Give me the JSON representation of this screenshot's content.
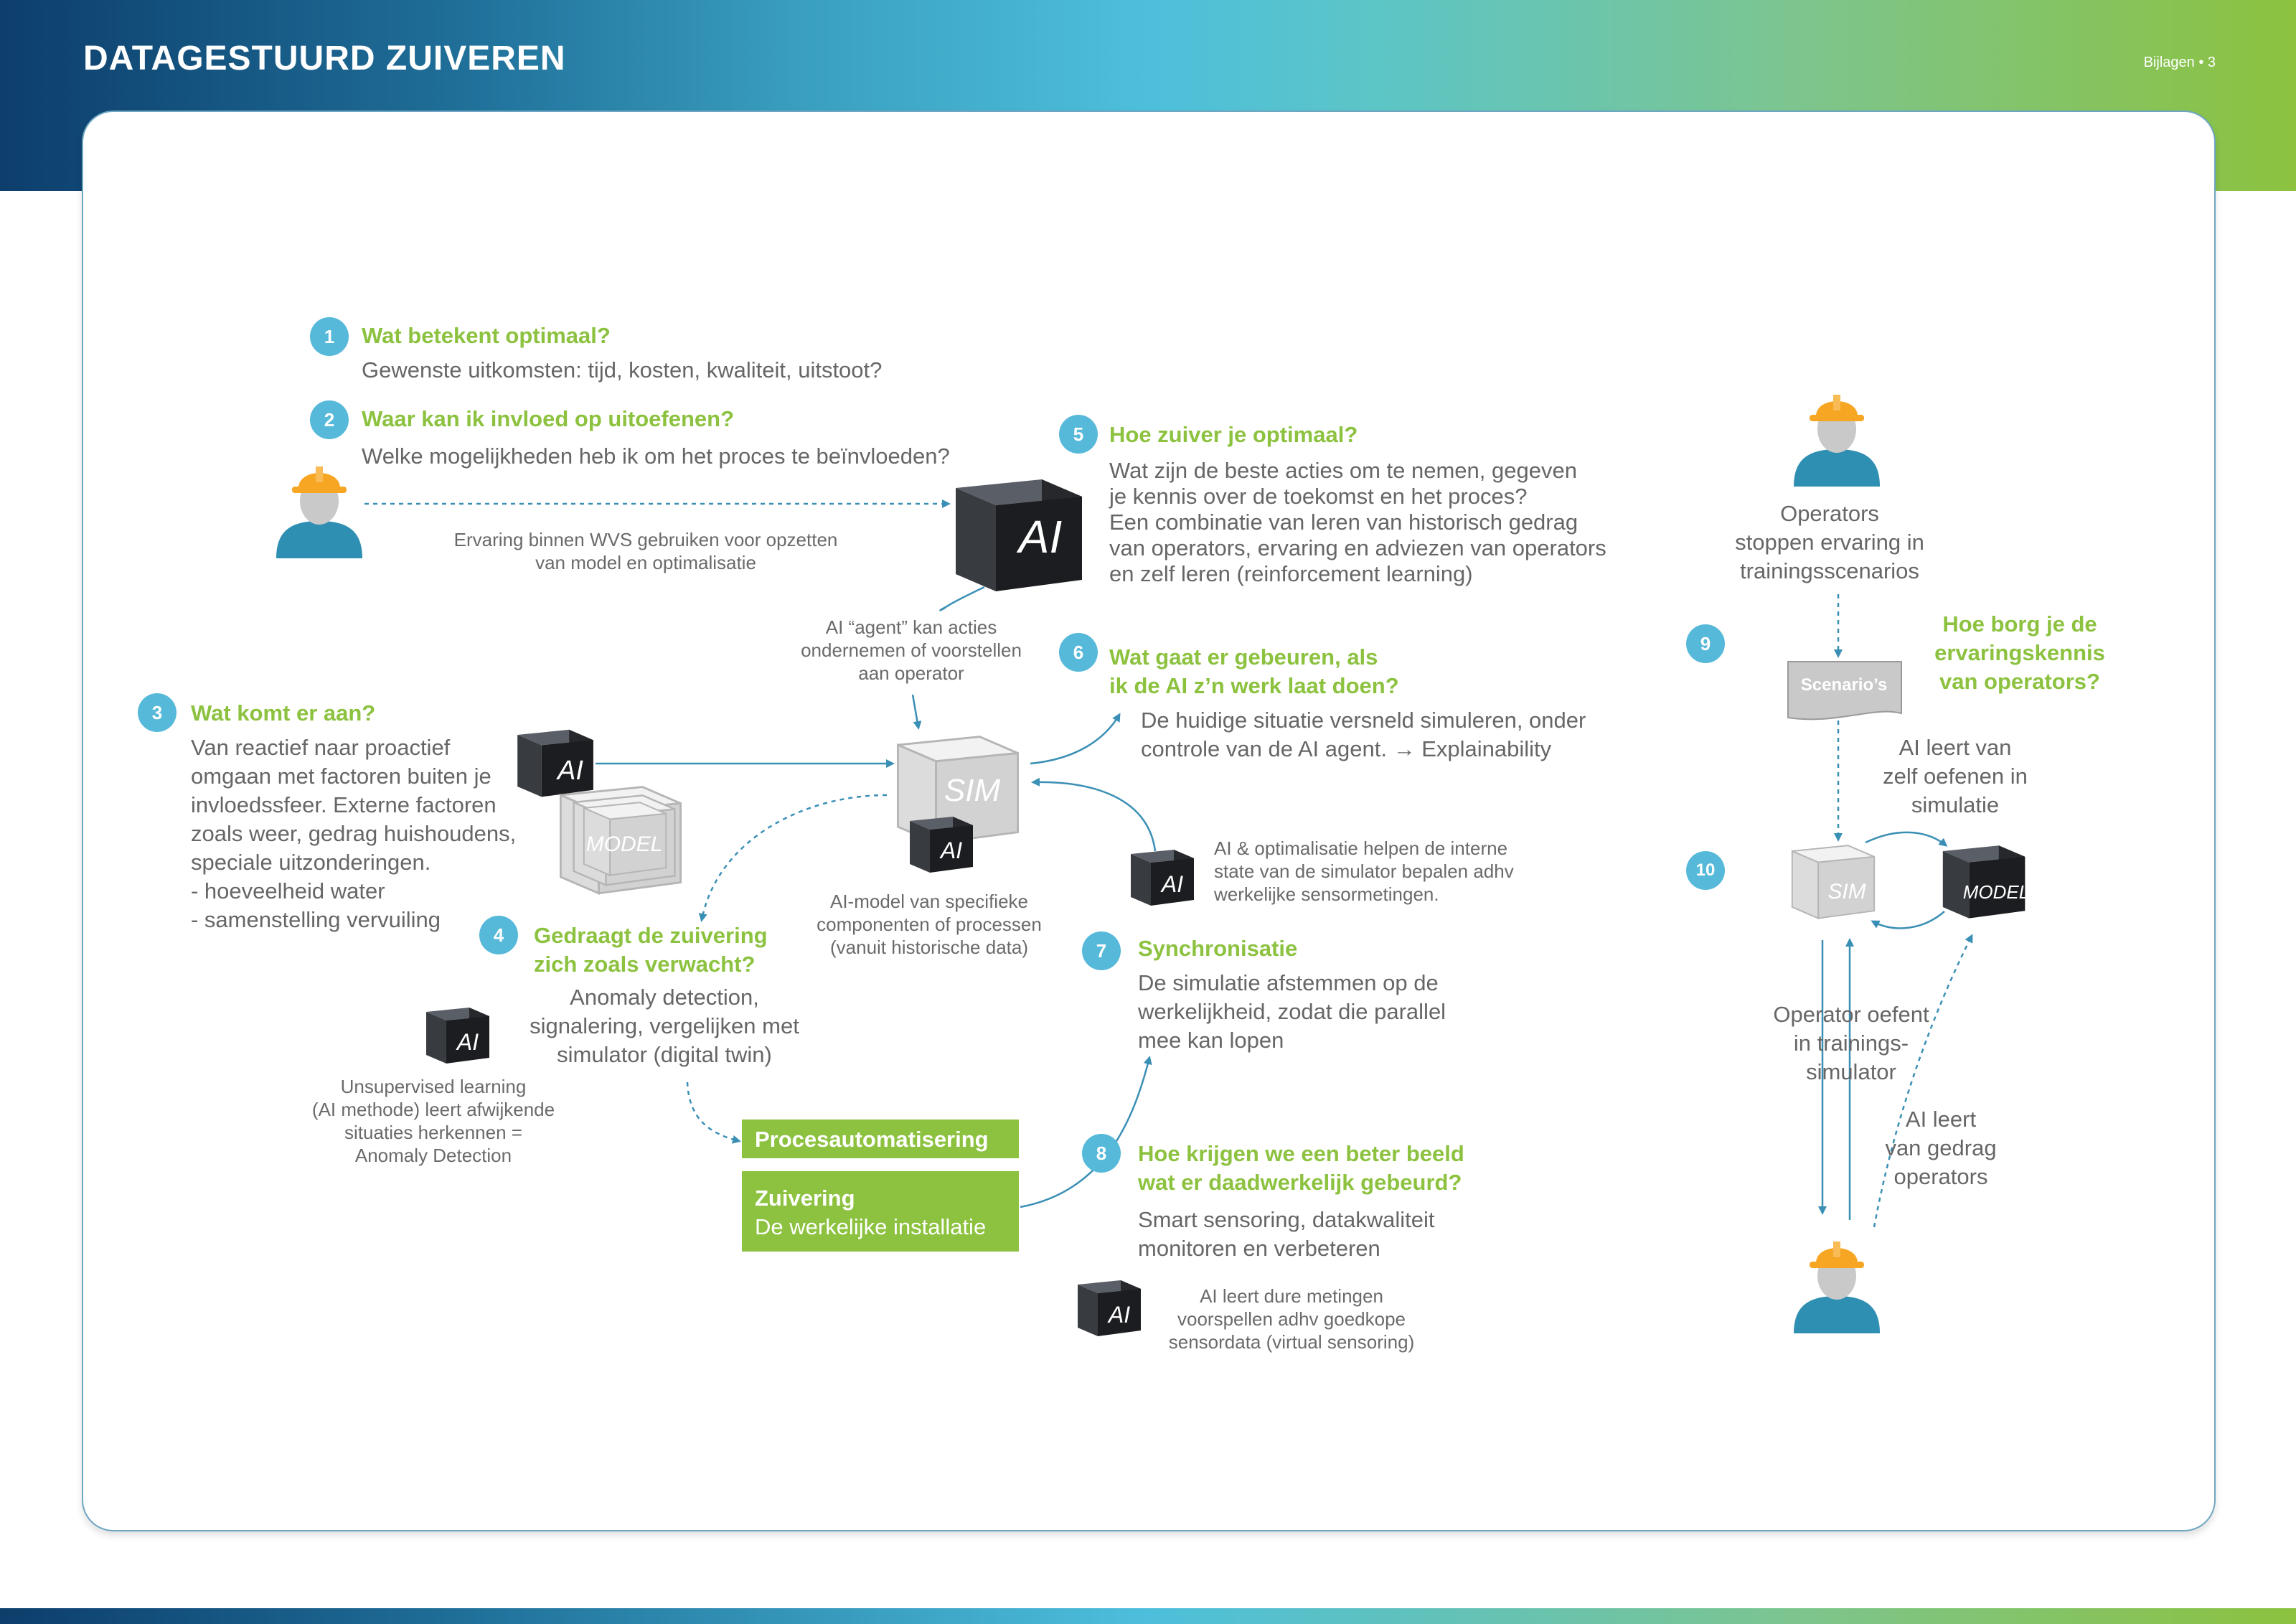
{
  "header": {
    "title": "DATAGESTUURD ZUIVEREN",
    "page": "Bijlagen • 3"
  },
  "colors": {
    "green": "#8cc23f",
    "blue": "#56b9d9",
    "arrow": "#3a8fb5",
    "text": "#666666"
  },
  "steps": [
    {
      "num": "1",
      "question": "Wat betekent optimaal?",
      "text": "Gewenste uitkomsten: tijd, kosten, kwaliteit, uitstoot?"
    },
    {
      "num": "2",
      "question": "Waar kan ik invloed op uitoefenen?",
      "text": "Welke mogelijkheden heb ik om het proces te beïnvloeden?"
    },
    {
      "num": "3",
      "question": "Wat komt er aan?",
      "text": "Van reactief naar proactief\nomgaan met factoren buiten je\ninvloedssfeer. Externe factoren\nzoals weer, gedrag huishoudens,\nspeciale uitzonderingen.\n- hoeveelheid water\n- samenstelling vervuiling"
    },
    {
      "num": "4",
      "question": "Gedraagt de zuivering\nzich zoals verwacht?",
      "text": "Anomaly detection,\nsignalering, vergelijken met\nsimulator (digital twin)"
    },
    {
      "num": "5",
      "question": "Hoe zuiver je optimaal?",
      "text": "Wat zijn de beste acties om te nemen, gegeven\nje kennis over de toekomst en het proces?\nEen combinatie van leren van historisch gedrag\nvan operators, ervaring en adviezen van operators\nen zelf leren (reinforcement learning)"
    },
    {
      "num": "6",
      "question": "Wat gaat er gebeuren, als\nik de AI z’n werk laat doen?",
      "text": "De huidige situatie versneld simuleren, onder\ncontrole van de AI agent. → Explainability"
    },
    {
      "num": "7",
      "question": "Synchronisatie",
      "text": "De simulatie afstemmen op de\nwerkelijkheid, zodat die parallel\nmee kan lopen"
    },
    {
      "num": "8",
      "question": "Hoe krijgen we een beter beeld\nwat er daadwerkelijk gebeurd?",
      "text": "Smart sensoring, datakwaliteit\nmonitoren en verbeteren"
    },
    {
      "num": "9",
      "question": "Hoe borg je de\nervaringskennis\nvan operators?",
      "text": ""
    },
    {
      "num": "10",
      "question": "",
      "text": ""
    }
  ],
  "notes": {
    "experience": "Ervaring binnen WVS gebruiken voor opzetten\nvan model en optimalisatie",
    "agent": "AI “agent” kan acties\nondernemen of voorstellen\naan operator",
    "ai_model": "AI-model van specifieke\ncomponenten of processen\n(vanuit historische data)",
    "sync_ai": "AI & optimalisatie helpen de interne\nstate van de simulator bepalen adhv\nwerkelijke sensormetingen.",
    "unsupervised": "Unsupervised learning\n(AI methode) leert afwijkende\nsituaties herkennen =\nAnomaly Detection",
    "virtual": "AI leert dure metingen\nvoorspellen adhv goedkope\nsensordata (virtual sensoring)",
    "operators": "Operators\nstoppen ervaring in\ntrainingsscenarios",
    "self_learn": "AI leert van\nzelf oefenen in\nsimulatie",
    "operator_train": "Operator oefent\nin trainings-\nsimulator",
    "learn_behavior": "AI leert\nvan gedrag\noperators"
  },
  "boxes": {
    "process_automation": "Procesautomatisering",
    "purification_title": "Zuivering",
    "purification_sub": "De werkelijke installatie"
  },
  "cubes": {
    "ai": "AI",
    "sim": "SIM",
    "model": "MODEL"
  },
  "scenario_doc": "Scenario’s"
}
